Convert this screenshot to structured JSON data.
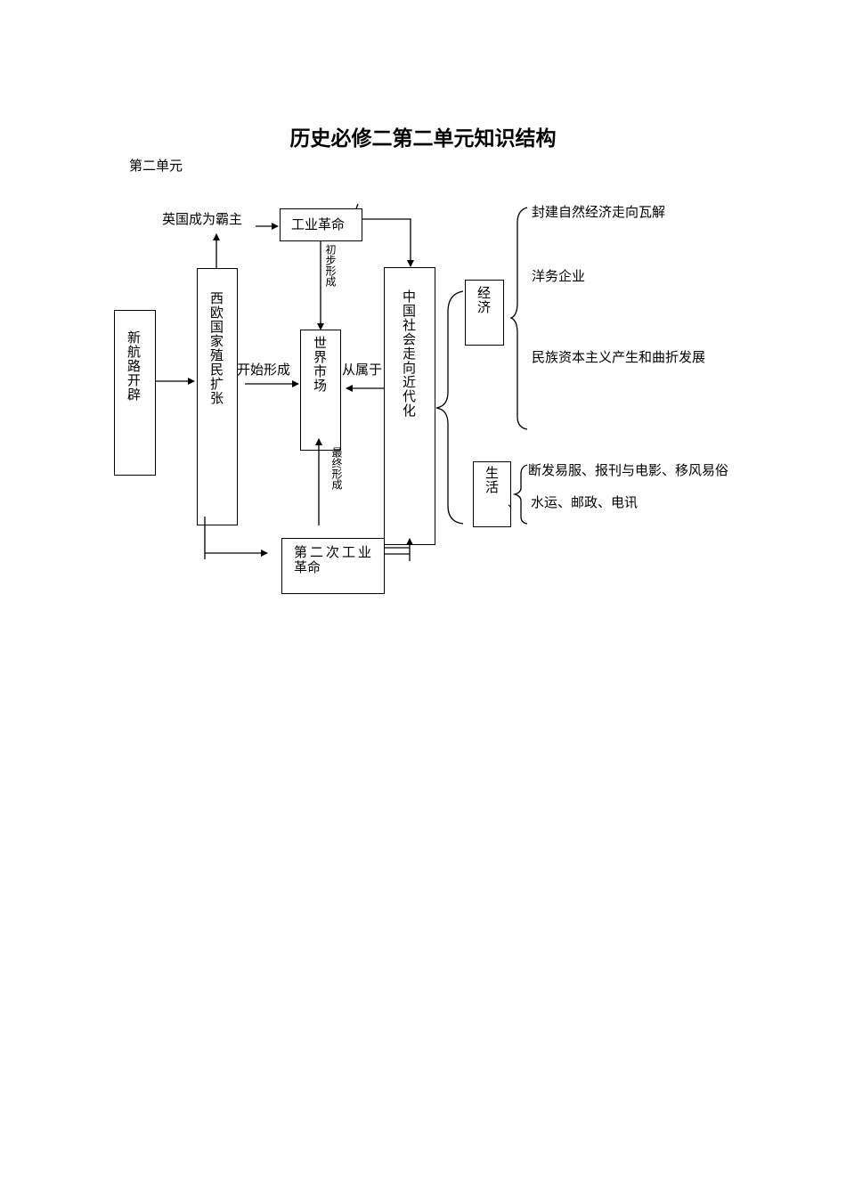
{
  "title": "历史必修二第二单元知识结构",
  "subtitle": "第二单元",
  "nodes": {
    "new_routes": "新航路开辟",
    "colonial": "西欧国家殖民扩张",
    "britain": "英国成为霸主",
    "industrial1": "工业革命",
    "world_market": "世界市场",
    "china": "中国社会走向近代化",
    "industrial2_line1": "第二次工业",
    "industrial2_line2": "革命",
    "economy": "经济",
    "life": "生活"
  },
  "edge_labels": {
    "begin": "开始形成",
    "initial": "初步形成",
    "final": "最终形成",
    "subordinate": "从属于"
  },
  "economy_items": [
    "封建自然经济走向瓦解",
    "洋务企业",
    "民族资本主义产生和曲折发展"
  ],
  "life_items": [
    "断发易服、报刊与电影、移风易俗",
    "水运、邮政、电讯"
  ],
  "life_mark": "、"
}
